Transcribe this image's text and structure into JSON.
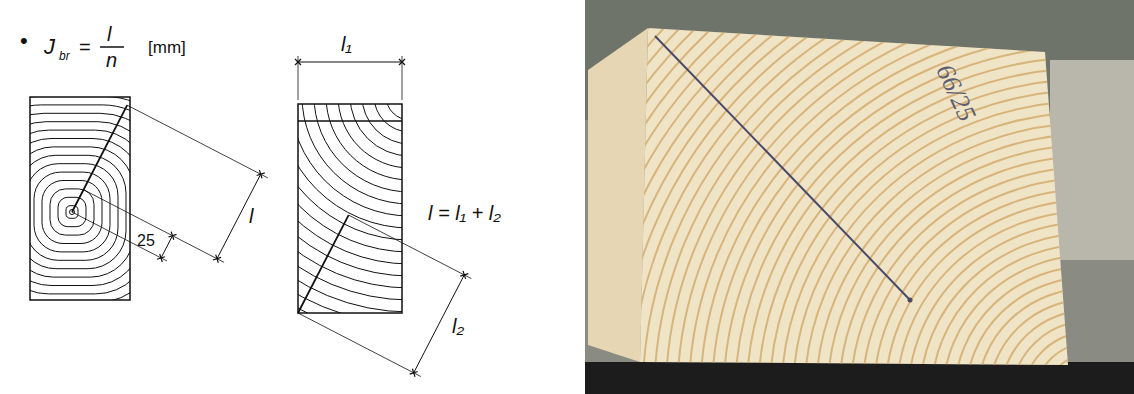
{
  "diagram": {
    "labels": [
      "•",
      "J",
      "br",
      "=",
      "l",
      "n",
      "[mm]",
      "l",
      "25",
      "l₁",
      "l = l₁ + l₂",
      "l₂",
      "66/25"
    ]
  }
}
